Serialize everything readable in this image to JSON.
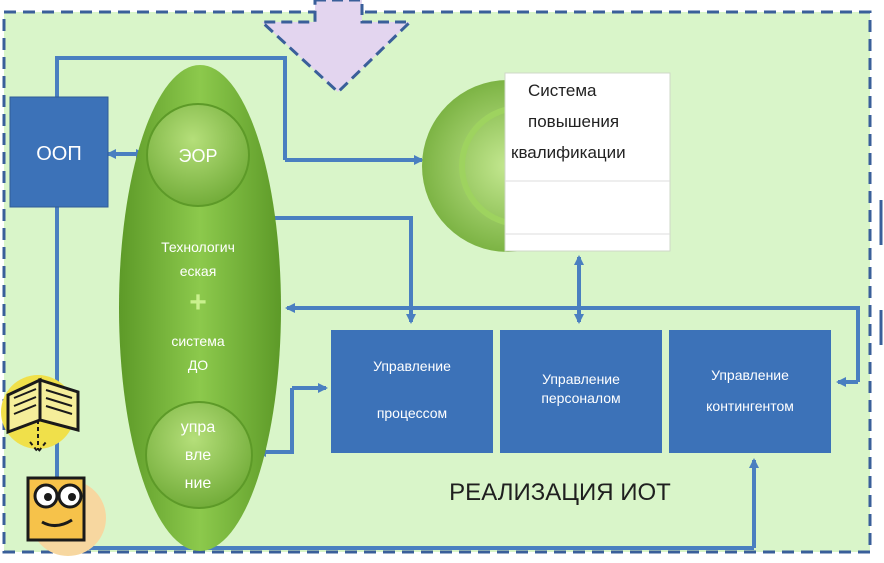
{
  "oop_label": "ООП",
  "zor_label": "ЭОР",
  "tech_line1": "Технологич",
  "tech_line2": "еская",
  "plus_sign": "+",
  "sys_line1": "система",
  "sys_line2": "ДО",
  "upr_line1": "упра",
  "upr_line2": "вле",
  "upr_line3": "ние",
  "qual_line1": "Система",
  "qual_line2": "повышения",
  "qual_line3": "квалификации",
  "process_line1": "Управление",
  "process_line2": "процессом",
  "personnel_line1": "Управление",
  "personnel_line2": "персоналом",
  "contingent_line1": "Управление",
  "contingent_line2": "контингентом",
  "realization_label": "РЕАЛИЗАЦИЯ ИОТ",
  "colors": {
    "background": "#d9f5c9",
    "frame": "#3a5f9a",
    "box_blue": "#3c72b8",
    "arrow": "#4a7fc0",
    "ellipse_green": "#7fbf43",
    "ellipse_dark": "#5f9a2c",
    "top_arrow": "#e3d5ef"
  },
  "icons": [
    "open-book-icon",
    "student-face-icon"
  ]
}
